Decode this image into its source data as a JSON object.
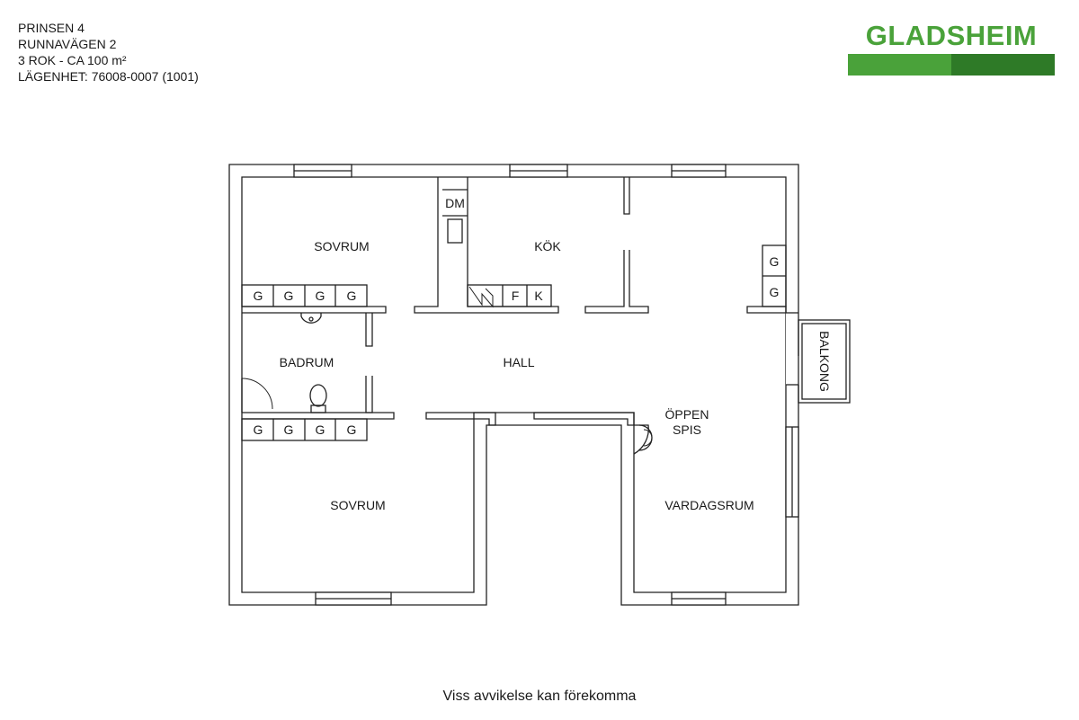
{
  "header": {
    "property": "PRINSEN 4",
    "street": "RUNNAVÄGEN 2",
    "size": "3 ROK - CA 100 m²",
    "apartment": "LÄGENHET:  76008-0007 (1001)"
  },
  "logo": {
    "text": "GLADSHEIM",
    "text_color": "#4aa23a",
    "bar_light_color": "#4aa23a",
    "bar_dark_color": "#2e7a27"
  },
  "plan": {
    "rooms": {
      "sovrum_top": "SOVRUM",
      "kok": "KÖK",
      "badrum": "BADRUM",
      "hall": "HALL",
      "sovrum_bottom": "SOVRUM",
      "vardagsrum": "VARDAGSRUM",
      "oppen_line1": "ÖPPEN",
      "oppen_line2": "SPIS",
      "balkong": "BALKONG"
    },
    "fixtures": {
      "dm": "DM",
      "wardrobe": "G",
      "fridge": "F",
      "freezer": "K"
    }
  },
  "footer": {
    "note": "Viss avvikelse kan förekomma"
  }
}
